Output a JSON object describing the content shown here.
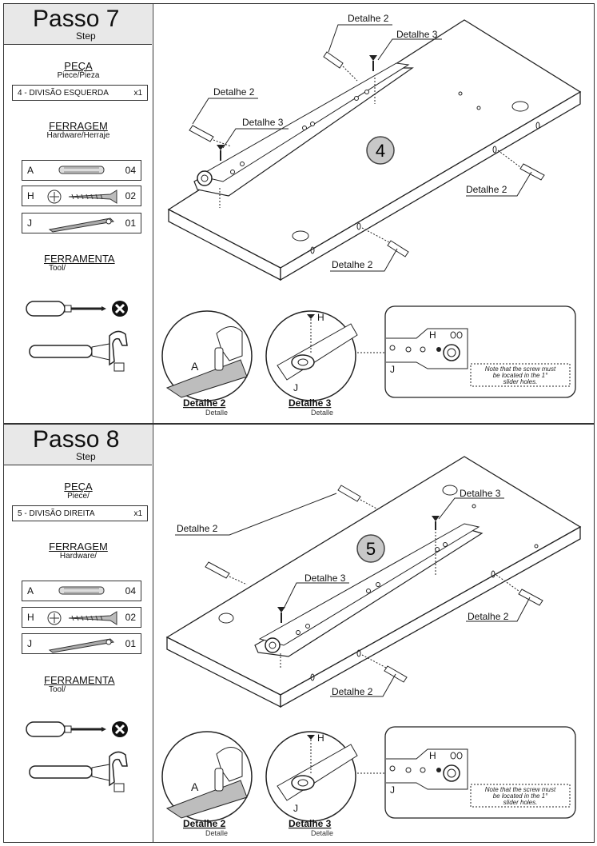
{
  "steps": [
    {
      "title": "Passo 7",
      "subtitle": "Step",
      "piece_title": "PEÇA",
      "piece_sub": "Piece/Pieza",
      "piece_name": "4 - DIVISÃO ESQUERDA",
      "piece_qty": "x1",
      "hardware_title": "FERRAGEM",
      "hardware_sub": "Hardware/Herraje",
      "hardware": [
        {
          "letter": "A",
          "qty": "04",
          "icon": "dowel-icon"
        },
        {
          "letter": "H",
          "qty": "02",
          "icon": "screw-icon"
        },
        {
          "letter": "J",
          "qty": "01",
          "icon": "drawer-slide-icon"
        }
      ],
      "tool_title": "FERRAMENTA",
      "tool_sub": "Tool/",
      "part_number": "4",
      "labels": {
        "detalhe2": "Detalhe 2",
        "detalhe3": "Detalhe 3",
        "detail_sub": "Detalle",
        "letter_a": "A",
        "letter_h": "H",
        "letter_j": "J"
      },
      "note": [
        "Note that the screw must",
        "be located in the 1°",
        "slider holes."
      ]
    },
    {
      "title": "Passo 8",
      "subtitle": "Step",
      "piece_title": "PEÇA",
      "piece_sub": "Piece/",
      "piece_name": "5 - DIVISÃO DIREITA",
      "piece_qty": "x1",
      "hardware_title": "FERRAGEM",
      "hardware_sub": "Hardware/",
      "hardware": [
        {
          "letter": "A",
          "qty": "04",
          "icon": "dowel-icon"
        },
        {
          "letter": "H",
          "qty": "02",
          "icon": "screw-icon"
        },
        {
          "letter": "J",
          "qty": "01",
          "icon": "drawer-slide-icon"
        }
      ],
      "tool_title": "FERRAMENTA",
      "tool_sub": "Tool/",
      "part_number": "5",
      "labels": {
        "detalhe2": "Detalhe 2",
        "detalhe3": "Detalhe 3",
        "detail_sub": "Detalle",
        "letter_a": "A",
        "letter_h": "H",
        "letter_j": "J"
      },
      "note": [
        "Note that the screw must",
        "be located in the 1°",
        "slider holes."
      ]
    }
  ]
}
